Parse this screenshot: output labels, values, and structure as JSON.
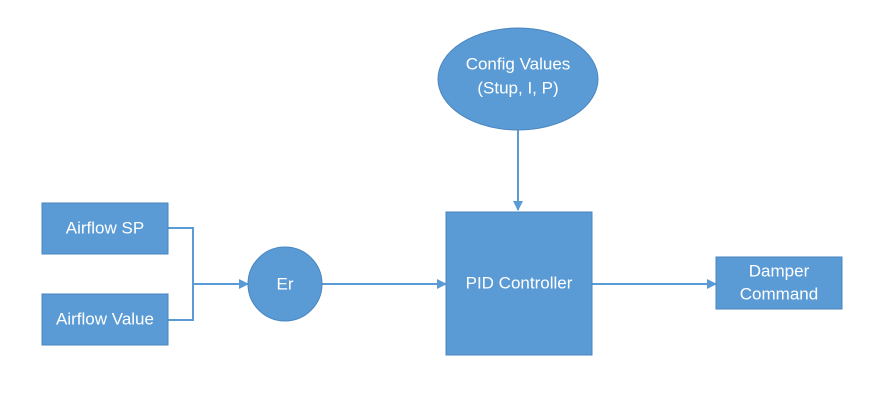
{
  "diagram": {
    "nodes": {
      "airflow_sp": {
        "label": "Airflow SP"
      },
      "airflow_value": {
        "label": "Airflow Value"
      },
      "error": {
        "label": "Er"
      },
      "pid_controller": {
        "label": "PID Controller"
      },
      "config_values": {
        "line1": "Config Values",
        "line2": "(Stup, I, P)"
      },
      "damper_command": {
        "line1": "Damper",
        "line2": "Command"
      }
    },
    "colors": {
      "node_fill": "#5b9bd5",
      "node_stroke": "#4a86c0",
      "edge": "#5b9bd5",
      "text": "#ffffff",
      "background": "#ffffff"
    }
  }
}
